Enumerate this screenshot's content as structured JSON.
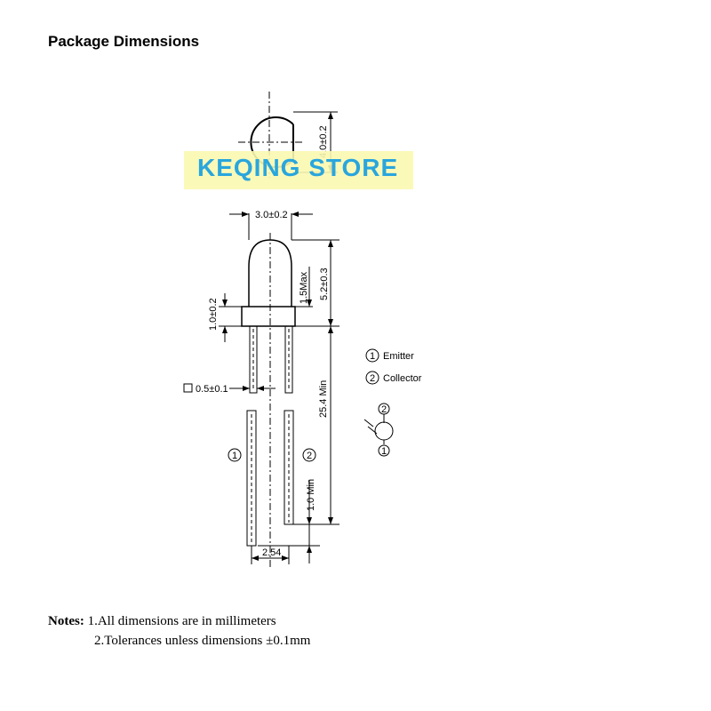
{
  "title": "Package Dimensions",
  "watermark": "KEQING STORE",
  "dims": {
    "diameter_outer": "4.0±0.2",
    "width": "3.0±0.2",
    "height": "5.2±0.3",
    "base_max": "1.5Max",
    "flange": "1.0±0.2",
    "lead_square": "0.5±0.1",
    "lead_length": "25.4  Min",
    "lead_min": "1.0  Min",
    "pitch": "2.54"
  },
  "pins": {
    "pin1": "1",
    "pin2": "2",
    "emitter": "Emitter",
    "collector": "Collector"
  },
  "notes": {
    "label": "Notes:",
    "line1": "1.All dimensions are in millimeters",
    "line2": "2.Tolerances unless dimensions  ±0.1mm"
  },
  "colors": {
    "watermark_bg": "#fbf8b0",
    "watermark_text": "#2aa6dd"
  }
}
